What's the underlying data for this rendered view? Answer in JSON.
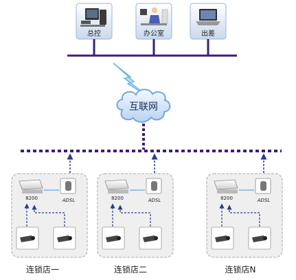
{
  "top_nodes": [
    {
      "label": "总控",
      "icon": "desktop-computer-icon"
    },
    {
      "label": "办公室",
      "icon": "office-worker-icon"
    },
    {
      "label": "出差",
      "icon": "laptop-icon"
    }
  ],
  "cloud_label": "互联网",
  "stores": [
    {
      "name": "连锁店一",
      "device_label": "8200",
      "modem_label": "ADSL"
    },
    {
      "name": "连锁店二",
      "device_label": "8200",
      "modem_label": "ADSL"
    },
    {
      "name": "连锁店N",
      "device_label": "8200",
      "modem_label": "ADSL"
    }
  ],
  "colors": {
    "bus": "#3b1f78",
    "cloud": "#dce9fb",
    "link": "#6fb7e8",
    "arrow": "#2a3a8a",
    "store_panel": "#efefef"
  }
}
